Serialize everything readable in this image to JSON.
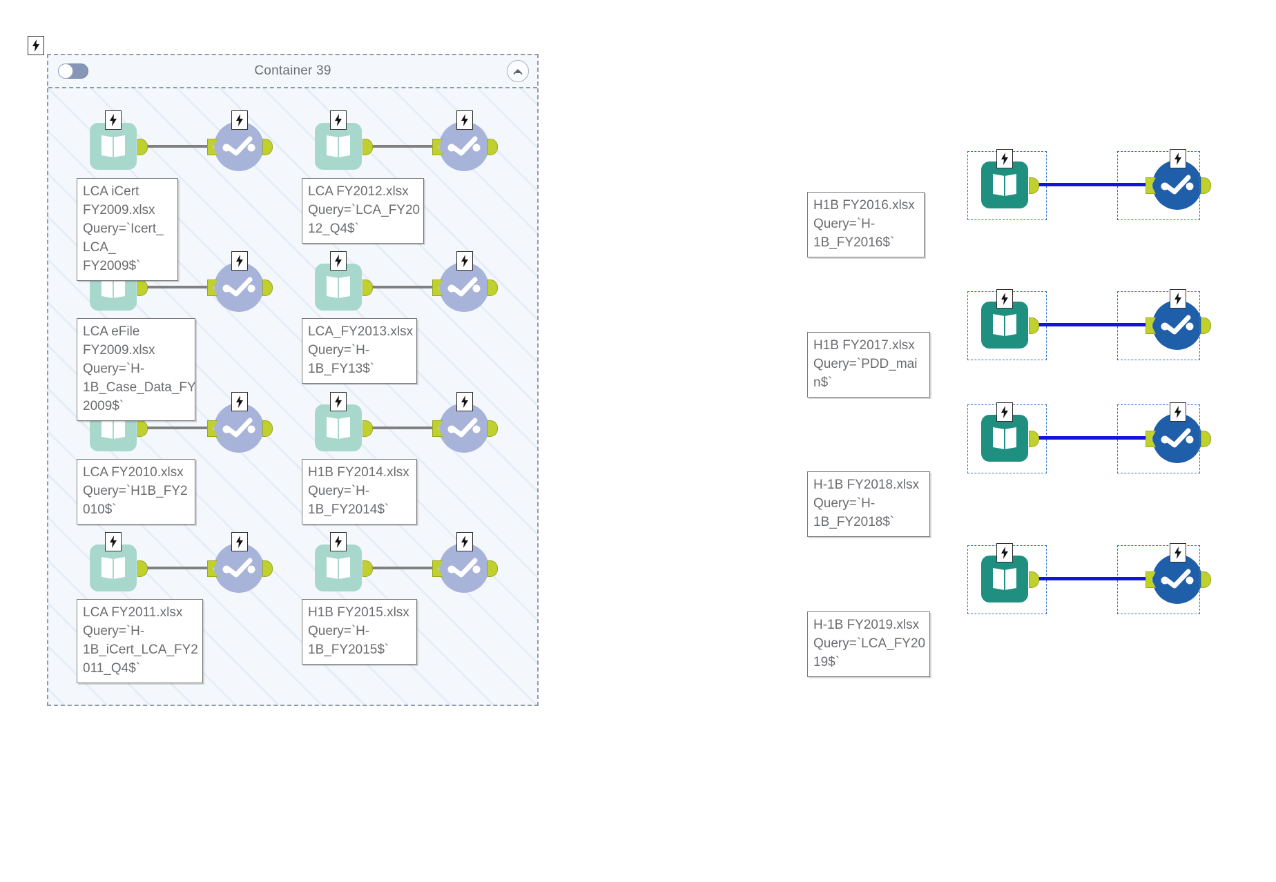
{
  "colors": {
    "source_pale": "#a8d8cc",
    "source_solid": "#1f9080",
    "dest_pale": "#a7b3d9",
    "dest_solid": "#1f5ea8",
    "port": "#c0d12e",
    "edge": "#808080",
    "edge_selected": "#1313e0",
    "selection_border": "#2f6fd0",
    "container_fill": "#f4f8fd",
    "container_border": "#8e9aa6",
    "label_text": "#6a6c70"
  },
  "stray_icon": {
    "name": "lightning-bolt-icon",
    "glyph": "⚡"
  },
  "container": {
    "title": "Container 39",
    "toggle": {
      "name": "container-enable-toggle",
      "state": "on"
    },
    "collapse_button": {
      "name": "collapse-icon",
      "label": "Collapse"
    },
    "tasks": [
      {
        "id": "t1",
        "source_label": "LCA iCert\nFY2009.xlsx\nQuery=`Icert_\nLCA_ FY2009$`",
        "source_file": "LCA iCert FY2009.xlsx",
        "source_query": "Query=`Icert_LCA_ FY2009$`",
        "source_icon": "excel-source-icon",
        "dest_icon": "destination-icon"
      },
      {
        "id": "t2",
        "source_label": "LCA FY2012.xlsx\nQuery=`LCA_FY20\n12_Q4$`",
        "source_file": "LCA FY2012.xlsx",
        "source_query": "Query=`LCA_FY2012_Q4$`",
        "source_icon": "excel-source-icon",
        "dest_icon": "destination-icon"
      },
      {
        "id": "t3",
        "source_label": "LCA eFile\nFY2009.xlsx\nQuery=`H-\n1B_Case_Data_FY\n2009$`",
        "source_file": "LCA eFile FY2009.xlsx",
        "source_query": "Query=`H-1B_Case_Data_FY2009$`",
        "source_icon": "excel-source-icon",
        "dest_icon": "destination-icon"
      },
      {
        "id": "t4",
        "source_label": "LCA_FY2013.xlsx\nQuery=`H-\n1B_FY13$`",
        "source_file": "LCA_FY2013.xlsx",
        "source_query": "Query=`H-1B_FY13$`",
        "source_icon": "excel-source-icon",
        "dest_icon": "destination-icon"
      },
      {
        "id": "t5",
        "source_label": "LCA FY2010.xlsx\nQuery=`H1B_FY2\n010$`",
        "source_file": "LCA FY2010.xlsx",
        "source_query": "Query=`H1B_FY2010$`",
        "source_icon": "excel-source-icon",
        "dest_icon": "destination-icon"
      },
      {
        "id": "t6",
        "source_label": "H1B FY2014.xlsx\nQuery=`H-\n1B_FY2014$`",
        "source_file": "H1B FY2014.xlsx",
        "source_query": "Query=`H-1B_FY2014$`",
        "source_icon": "excel-source-icon",
        "dest_icon": "destination-icon"
      },
      {
        "id": "t7",
        "source_label": "LCA FY2011.xlsx\nQuery=`H-\n1B_iCert_LCA_FY2\n011_Q4$`",
        "source_file": "LCA FY2011.xlsx",
        "source_query": "Query=`H-1B_iCert_LCA_FY2011_Q4$`",
        "source_icon": "excel-source-icon",
        "dest_icon": "destination-icon"
      },
      {
        "id": "t8",
        "source_label": "H1B FY2015.xlsx\nQuery=`H-\n1B_FY2015$`",
        "source_file": "H1B FY2015.xlsx",
        "source_query": "Query=`H-1B_FY2015$`",
        "source_icon": "excel-source-icon",
        "dest_icon": "destination-icon"
      }
    ]
  },
  "selected_tasks": [
    {
      "id": "s1",
      "source_label": "H1B FY2016.xlsx\nQuery=`H-\n1B_FY2016$`",
      "source_file": "H1B FY2016.xlsx",
      "source_query": "Query=`H-1B_FY2016$`",
      "source_icon": "excel-source-icon",
      "dest_icon": "destination-icon"
    },
    {
      "id": "s2",
      "source_label": "H1B FY2017.xlsx\nQuery=`PDD_mai\nn$`",
      "source_file": "H1B FY2017.xlsx",
      "source_query": "Query=`PDD_main$`",
      "source_icon": "excel-source-icon",
      "dest_icon": "destination-icon"
    },
    {
      "id": "s3",
      "source_label": "H-1B FY2018.xlsx\nQuery=`H-\n1B_FY2018$`",
      "source_file": "H-1B FY2018.xlsx",
      "source_query": "Query=`H-1B_FY2018$`",
      "source_icon": "excel-source-icon",
      "dest_icon": "destination-icon"
    },
    {
      "id": "s4",
      "source_label": "H-1B FY2019.xlsx\nQuery=`LCA_FY20\n19$`",
      "source_file": "H-1B FY2019.xlsx",
      "source_query": "Query=`LCA_FY2019$`",
      "source_icon": "excel-source-icon",
      "dest_icon": "destination-icon"
    }
  ]
}
